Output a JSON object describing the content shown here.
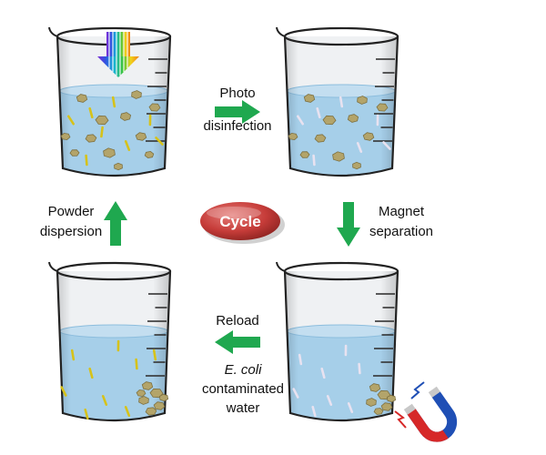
{
  "labels": {
    "photo_line1": "Photo",
    "photo_line2": "disinfection",
    "magnet_line1": "Magnet",
    "magnet_line2": "separation",
    "powder_line1": "Powder",
    "powder_line2": "dispersion",
    "reload": "Reload",
    "ecoli": "E. coli",
    "contaminated": "contaminated",
    "water": "water",
    "cycle": "Cycle"
  },
  "colors": {
    "arrow_green": "#1fa84f",
    "water_blue": "#a9d3ee",
    "cycle_red": "#c9413f",
    "flake_olive": "#b3a46a",
    "rod_yellow": "#d6c21a",
    "magnet_blue": "#1f4fb5",
    "magnet_red": "#d62828"
  },
  "icons": {
    "light": "rainbow-light-arrow-icon",
    "magnet": "horseshoe-magnet-icon",
    "spark": "magnetic-spark-icon"
  }
}
